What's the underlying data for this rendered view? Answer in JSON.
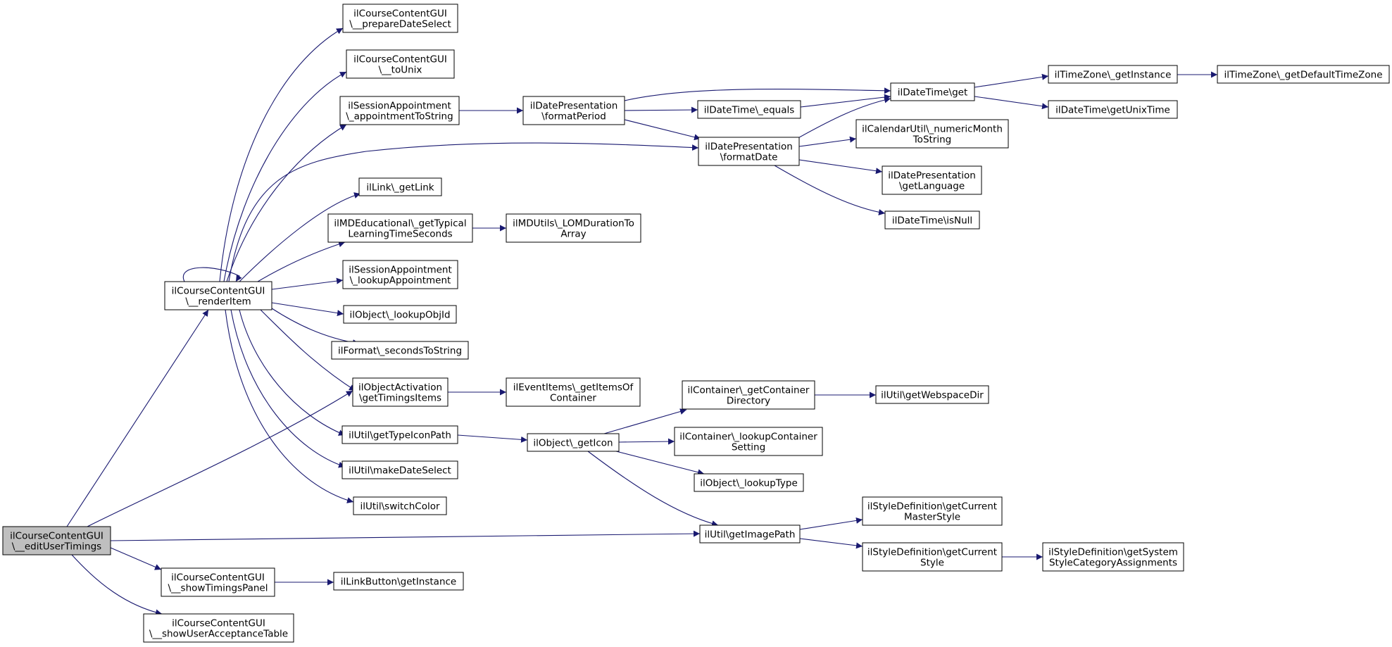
{
  "colors": {
    "edge": "#191970",
    "root_fill": "#bfbfbf",
    "node_fill": "#ffffff",
    "node_border": "#000000"
  },
  "nodes": {
    "edit_user_timings": [
      "ilCourseContentGUI",
      "\\__editUserTimings"
    ],
    "render_item": [
      "ilCourseContentGUI",
      "\\__renderItem"
    ],
    "show_timings_panel": [
      "ilCourseContentGUI",
      "\\__showTimingsPanel"
    ],
    "show_user_acceptance": [
      "ilCourseContentGUI",
      "\\__showUserAcceptanceTable"
    ],
    "prepare_date_select": [
      "ilCourseContentGUI",
      "\\__prepareDateSelect"
    ],
    "to_unix": [
      "ilCourseContentGUI",
      "\\__toUnix"
    ],
    "appointment_to_string": [
      "ilSessionAppointment",
      "\\_appointmentToString"
    ],
    "il_link_get_link": [
      "ilLink\\_getLink"
    ],
    "md_educational": [
      "ilMDEducational\\_getTypical",
      "LearningTimeSeconds"
    ],
    "lookup_appointment": [
      "ilSessionAppointment",
      "\\_lookupAppointment"
    ],
    "lookup_obj_id": [
      "ilObject\\_lookupObjId"
    ],
    "seconds_to_string": [
      "ilFormat\\_secondsToString"
    ],
    "get_timings_items": [
      "ilObjectActivation",
      "\\getTimingsItems"
    ],
    "get_type_icon_path": [
      "ilUtil\\getTypeIconPath"
    ],
    "make_date_select": [
      "ilUtil\\makeDateSelect"
    ],
    "switch_color": [
      "ilUtil\\switchColor"
    ],
    "link_button_get_instance": [
      "ilLinkButton\\getInstance"
    ],
    "format_period": [
      "ilDatePresentation",
      "\\formatPeriod"
    ],
    "format_date": [
      "ilDatePresentation",
      "\\formatDate"
    ],
    "datetime_equals": [
      "ilDateTime\\_equals"
    ],
    "datetime_get": [
      "ilDateTime\\get"
    ],
    "timezone_get_instance": [
      "ilTimeZone\\_getInstance"
    ],
    "timezone_default": [
      "ilTimeZone\\_getDefaultTimeZone"
    ],
    "get_unix_time": [
      "ilDateTime\\getUnixTime"
    ],
    "numeric_month": [
      "ilCalendarUtil\\_numericMonth",
      "ToString"
    ],
    "get_language": [
      "ilDatePresentation",
      "\\getLanguage"
    ],
    "is_null": [
      "ilDateTime\\isNull"
    ],
    "lom_duration": [
      "ilMDUtils\\_LOMDurationTo",
      "Array"
    ],
    "event_items": [
      "ilEventItems\\_getItemsOf",
      "Container"
    ],
    "get_icon": [
      "ilObject\\_getIcon"
    ],
    "container_directory": [
      "ilContainer\\_getContainer",
      "Directory"
    ],
    "webspace_dir": [
      "ilUtil\\getWebspaceDir"
    ],
    "lookup_container_setting": [
      "ilContainer\\_lookupContainer",
      "Setting"
    ],
    "lookup_type": [
      "ilObject\\_lookupType"
    ],
    "get_image_path": [
      "ilUtil\\getImagePath"
    ],
    "current_master_style": [
      "ilStyleDefinition\\getCurrent",
      "MasterStyle"
    ],
    "current_style": [
      "ilStyleDefinition\\getCurrent",
      "Style"
    ],
    "system_style_assignments": [
      "ilStyleDefinition\\getSystem",
      "StyleCategoryAssignments"
    ]
  }
}
